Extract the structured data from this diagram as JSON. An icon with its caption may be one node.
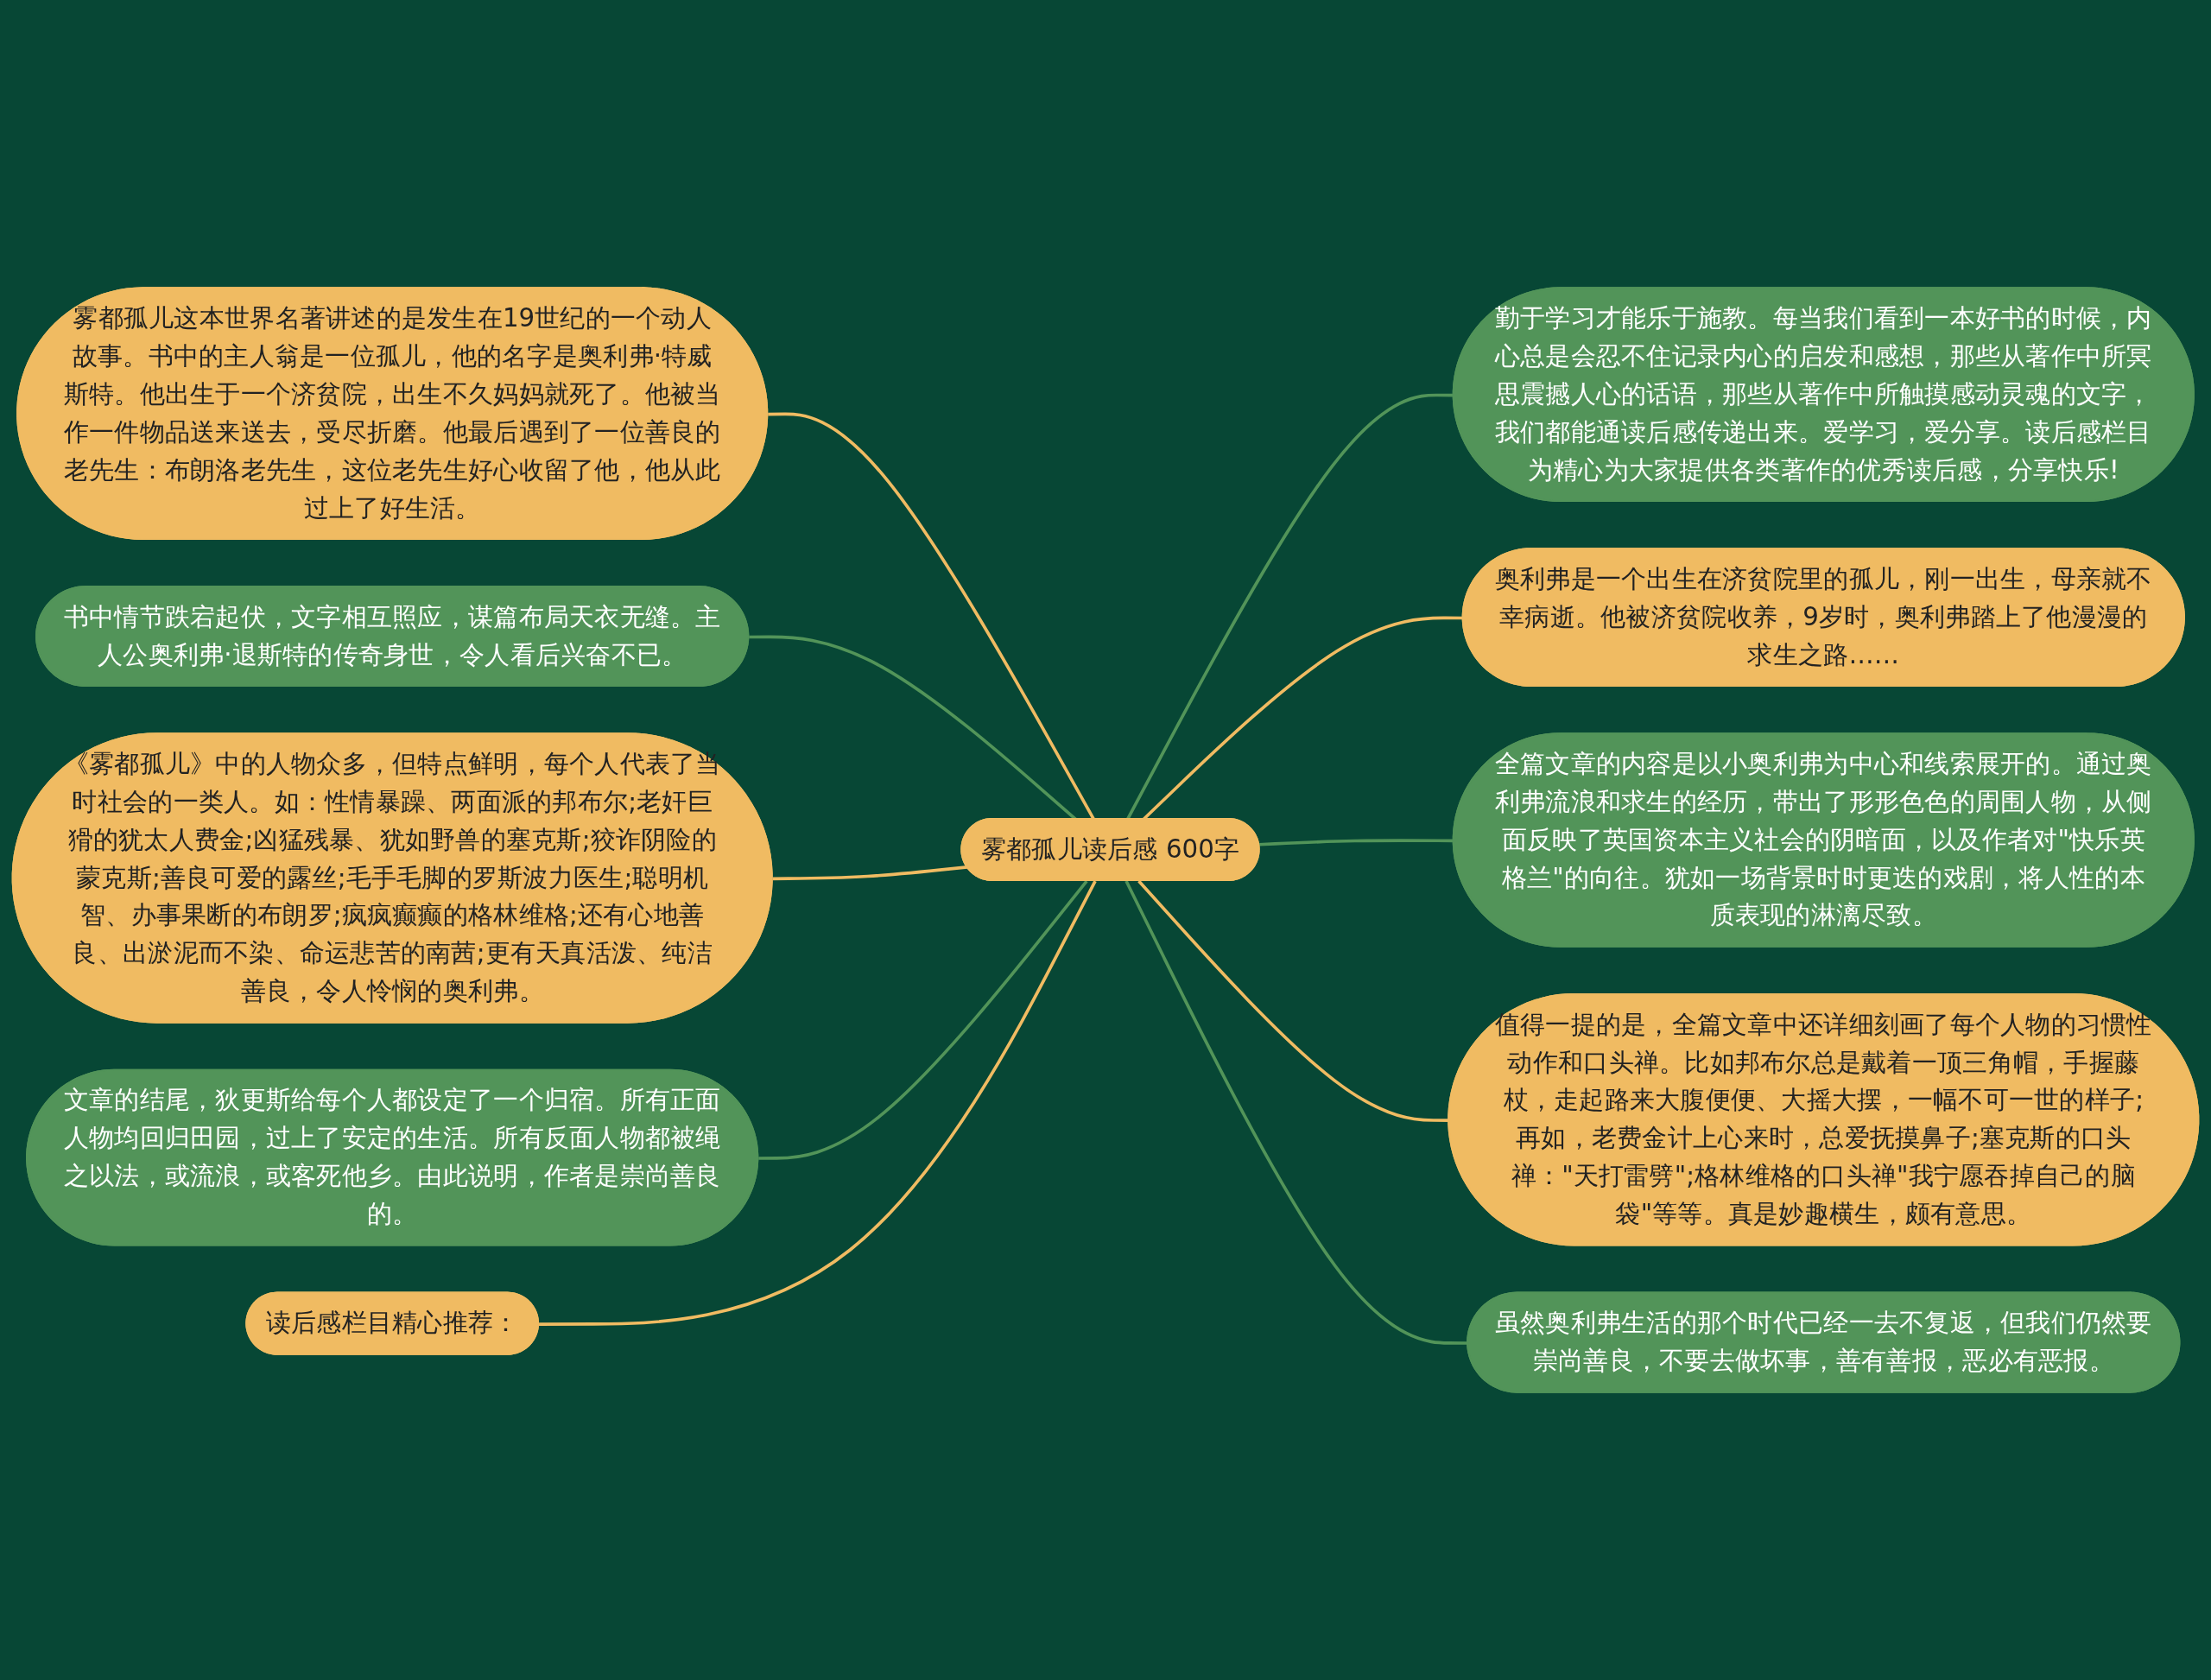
{
  "diagram": {
    "nodes": [
      {
        "text": [
          "雾都孤儿读后感 600字"
        ]
      },
      {
        "text": [
          "雾都孤儿这本世界名著讲述的是发生在19世纪的一个动人故事。书中的主人翁是一位孤儿，他的名字是奥利弗·特威斯特。他出生于一个济贫院，出生不久妈妈就死了。他被当作一件物品送来送去，受尽折磨。他最后遇到了一位善良的老先生：布朗洛老先生，这位老先生好心收留了他，他从此过上了好生活。"
        ]
      },
      {
        "text": [
          "书中情节跌宕起伏，文字相互照应，谋篇布局天衣无缝。主人公奥利弗·退斯特的传奇身世，令人看后兴奋不已。"
        ]
      },
      {
        "text": [
          "《雾都孤儿》中的人物众多，但特点鲜明，每个人代表了当时社会的一类人。如：性情暴躁、两面派的邦布尔;老奸巨猾的犹太人费金;凶猛残暴、犹如野兽的塞克斯;狡诈阴险的蒙克斯;善良可爱的露丝;毛手毛脚的罗斯波力医生;聪明机智、办事果断的布朗罗;疯疯癫癫的格林维格;还有心地善良、出淤泥而不染、命运悲苦的南茜;更有天真活泼、纯洁善良，令人怜悯的奥利弗。"
        ]
      },
      {
        "text": [
          "文章的结尾，狄更斯给每个人都设定了一个归宿。所有正面人物均回归田园，过上了安定的生活。所有反面人物都被绳之以法，或流浪，或客死他乡。由此说明，作者是崇尚善良的。"
        ]
      },
      {
        "text": [
          "读后感栏目精心推荐："
        ]
      },
      {
        "text": [
          "勤于学习才能乐于施教。每当我们看到一本好书的时候，内心总是会忍不住记录内心的启发和感想，那些从著作中所冥思震撼人心的话语，那些从著作中所触摸感动灵魂的文字，我们都能通读后感传递出来。爱学习，爱分享。读后感栏目为精心为大家提供各类著作的优秀读后感，分享快乐!"
        ]
      },
      {
        "text": [
          "奥利弗是一个出生在济贫院里的孤儿，刚一出生，母亲就不幸病逝。他被济贫院收养，9岁时，奥利弗踏上了他漫漫的求生之路……"
        ]
      },
      {
        "text": [
          "全篇文章的内容是以小奥利弗为中心和线索展开的。通过奥利弗流浪和求生的经历，带出了形形色色的周围人物，从侧面反映了英国资本主义社会的阴暗面，以及作者对\"快乐英格兰\"的向往。犹如一场背景时时更迭的戏剧，将人性的本质表现的淋漓尽致。"
        ]
      },
      {
        "text": [
          "值得一提的是，全篇文章中还详细刻画了每个人物的习惯性动作和口头禅。比如邦布尔总是戴着一顶三角帽，手握藤杖，走起路来大腹便便、大摇大摆，一幅不可一世的样子;再如，老费金计上心来时，总爱抚摸鼻子;塞克斯的口头禅：\"天打雷劈\";格林维格的口头禅\"我宁愿吞掉自己的脑袋\"等等。真是妙趣横生，颇有意思。"
        ]
      },
      {
        "text": [
          "虽然奥利弗生活的那个时代已经一去不复返，但我们仍然要崇尚善良，不要去做坏事，善有善报，恶必有恶报。"
        ]
      }
    ],
    "edges": [
      {
        "from": 1,
        "to": 0,
        "arrow": "none",
        "color": "#f0bb62"
      },
      {
        "from": 2,
        "to": 0,
        "arrow": "none",
        "color": "#529459"
      },
      {
        "from": 3,
        "to": 0,
        "arrow": "none",
        "color": "#f0bb62"
      },
      {
        "from": 4,
        "to": 0,
        "arrow": "none",
        "color": "#529459"
      },
      {
        "from": 5,
        "to": 0,
        "arrow": "none",
        "color": "#f0bb62"
      },
      {
        "from": 0,
        "to": 6,
        "arrow": "none",
        "color": "#529459"
      },
      {
        "from": 0,
        "to": 7,
        "arrow": "none",
        "color": "#f0bb62"
      },
      {
        "from": 0,
        "to": 8,
        "arrow": "none",
        "color": "#529459"
      },
      {
        "from": 0,
        "to": 9,
        "arrow": "none",
        "color": "#f0bb62"
      },
      {
        "from": 0,
        "to": 10,
        "arrow": "none",
        "color": "#529459"
      }
    ]
  }
}
